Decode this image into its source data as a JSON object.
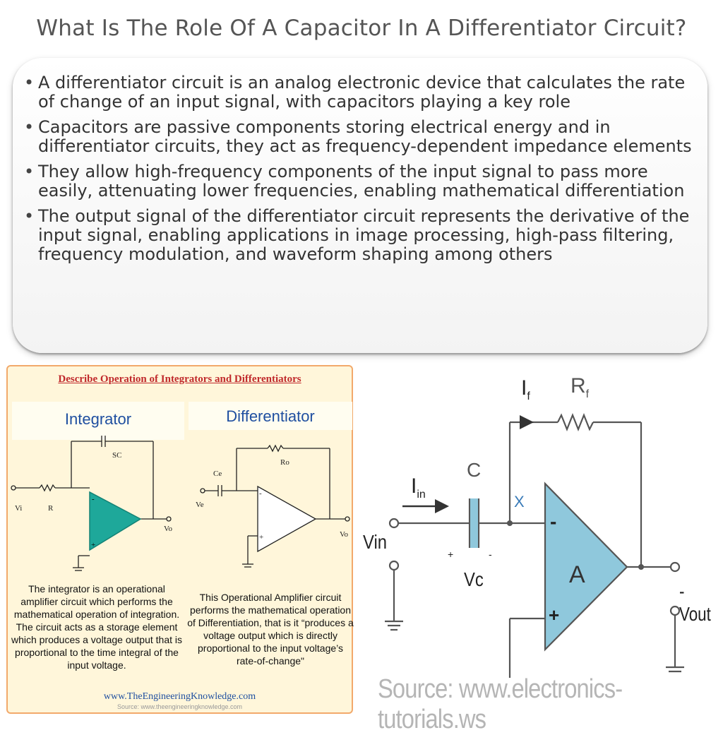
{
  "title": "What Is The Role Of A Capacitor In A Differentiator Circuit?",
  "bullets": [
    "A differentiator circuit is an analog electronic device that calculates the rate of change of an input signal, with capacitors playing a key role",
    "Capacitors are passive components storing electrical energy and in differentiator circuits, they act as frequency-dependent impedance elements",
    "They allow high-frequency components of the input signal to pass more easily, attenuating lower frequencies, enabling mathematical differentiation",
    "The output signal of the differentiator circuit represents the derivative of the input signal, enabling applications in image processing, high-pass filtering, frequency modulation, and waveform shaping among others"
  ],
  "left_figure": {
    "header": "Describe Operation of Integrators and Differentiators",
    "integrator": {
      "title": "Integrator",
      "labels": {
        "feedback": "SC",
        "input": "Vi",
        "resistor": "R",
        "output": "Vo"
      },
      "description": "The integrator is an operational amplifier circuit which performs the mathematical operation of integration. The circuit acts as a storage element which produces a voltage output that is proportional to the time integral of the input voltage.",
      "color": "#1ea89a"
    },
    "differentiator": {
      "title": "Differentiator",
      "labels": {
        "feedback": "Ro",
        "cap": "Ce",
        "input": "Ve",
        "output": "Vo",
        "minus": "-",
        "plus": "+"
      },
      "description": "This Operational Amplifier circuit performs the mathematical operation of Differentiation, that is it “produces a voltage output which is directly proportional to the input voltage’s rate-of-change\""
    },
    "website": "www.TheEngineeringKnowledge.com",
    "website_source": "Source: www.theengineeringknowledge.com"
  },
  "right_figure": {
    "labels": {
      "if": "I",
      "if_sub": "f",
      "rf": "R",
      "rf_sub": "f",
      "iin": "I",
      "iin_sub": "in",
      "c": "C",
      "x": "X",
      "vin": "Vin",
      "plus": "+",
      "minus": "-",
      "vc": "Vc",
      "amp": "A",
      "op_minus": "-",
      "op_plus": "+",
      "vout": "-Vout"
    },
    "amp_color": "#8fc8dc",
    "source": "Source: www.electronics-tutorials.ws"
  }
}
